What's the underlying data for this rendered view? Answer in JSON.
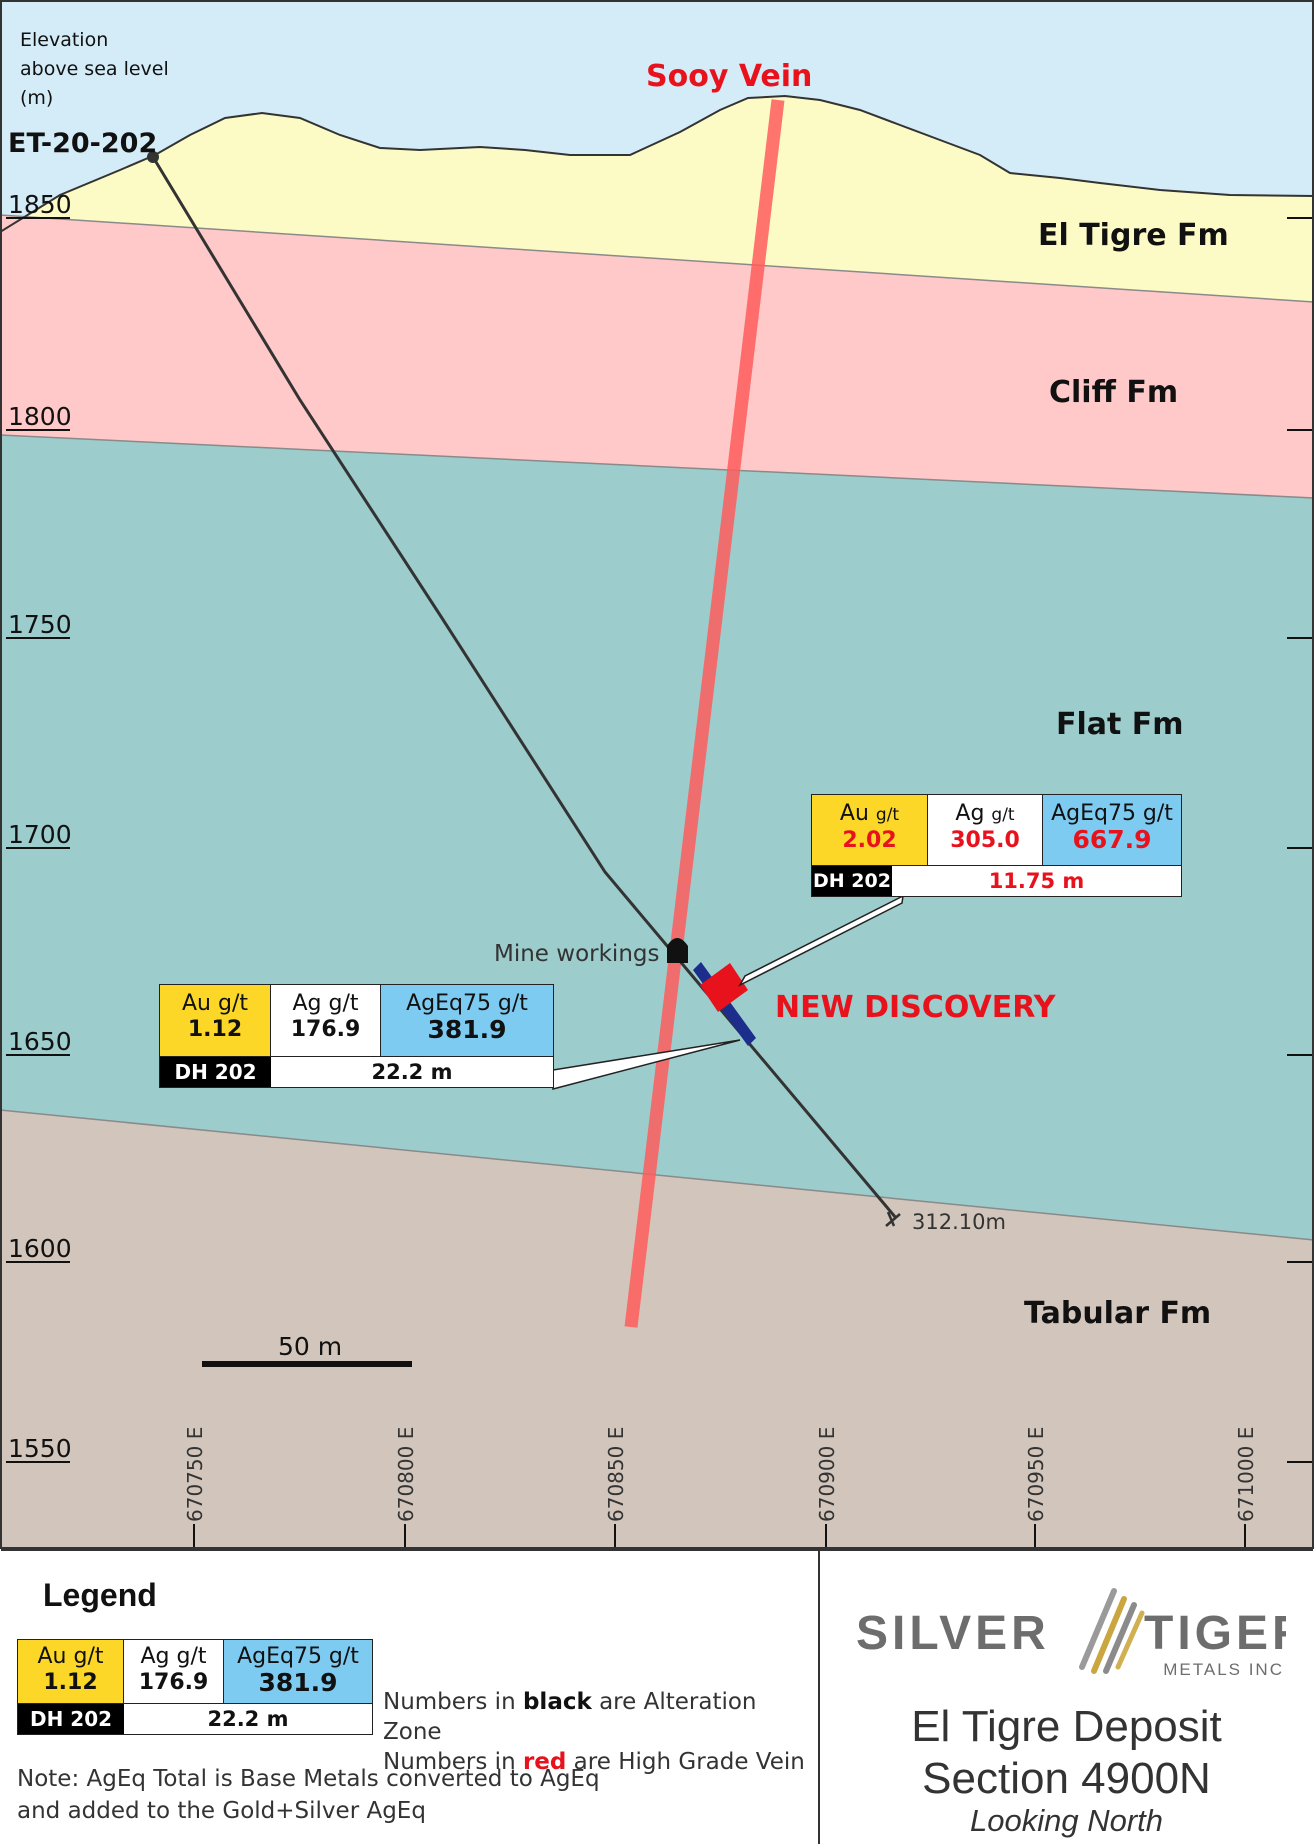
{
  "elevation_label": [
    "Elevation",
    "above sea level",
    "(m)"
  ],
  "elevation_ticks": [
    "1850",
    "1800",
    "1750",
    "1700",
    "1650",
    "1600",
    "1550"
  ],
  "easting_ticks": [
    "670750 E",
    "670800 E",
    "670850 E",
    "670900 E",
    "670950 E",
    "671000 E"
  ],
  "drillhole": {
    "name": "ET-20-202",
    "end_depth": "312.10m"
  },
  "vein": {
    "name": "Sooy Vein"
  },
  "formations": [
    "El Tigre Fm",
    "Cliff Fm",
    "Flat Fm",
    "Tabular Fm"
  ],
  "mine_workings": "Mine workings",
  "discovery": "NEW DISCOVERY",
  "scale_bar": "50 m",
  "colors": {
    "sky": "#d4ecf8",
    "el_tigre": "#fcfbc6",
    "cliff": "#fec9c8",
    "flat": "#9ccccc",
    "tabular": "#d2c5bb",
    "vein": "#ff6767",
    "au": "#fcd727",
    "ageq": "#7ecbf2",
    "highlight_red": "#e8121d"
  },
  "vein_intercept": {
    "au_label": "Au",
    "au_unit": "g/t",
    "au_value": "2.02",
    "ag_label": "Ag",
    "ag_unit": "g/t",
    "ag_value": "305.0",
    "ageq_label": "AgEq75 g/t",
    "ageq_value": "667.9",
    "hole": "DH 202",
    "length": "11.75  m"
  },
  "alteration_intercept": {
    "au_label": "Au g/t",
    "au_value": "1.12",
    "ag_label": "Ag g/t",
    "ag_value": "176.9",
    "ageq_label": "AgEq75 g/t",
    "ageq_value": "381.9",
    "hole": "DH 202",
    "length": "22.2 m"
  },
  "legend": {
    "title": "Legend",
    "au_label": "Au g/t",
    "au_value": "1.12",
    "ag_label": "Ag g/t",
    "ag_value": "176.9",
    "ageq_label": "AgEq75 g/t",
    "ageq_value": "381.9",
    "hole": "DH 202",
    "length": "22.2  m",
    "note_black_pre": "Numbers in ",
    "note_black_word": "black",
    "note_black_post": " are Alteration Zone",
    "note_red_pre": "Numbers in ",
    "note_red_word": "red",
    "note_red_post": " are High Grade Vein",
    "note_1": "Note: AgEq Total is Base Metals converted to AgEq",
    "note_2": "and added to the Gold+Silver AgEq"
  },
  "logo": {
    "left": "SILVER",
    "right": "TIGER",
    "sub": "METALS INC"
  },
  "title": {
    "line1": "El Tigre Deposit",
    "line2": "Section 4900N",
    "line3": "Looking North"
  }
}
